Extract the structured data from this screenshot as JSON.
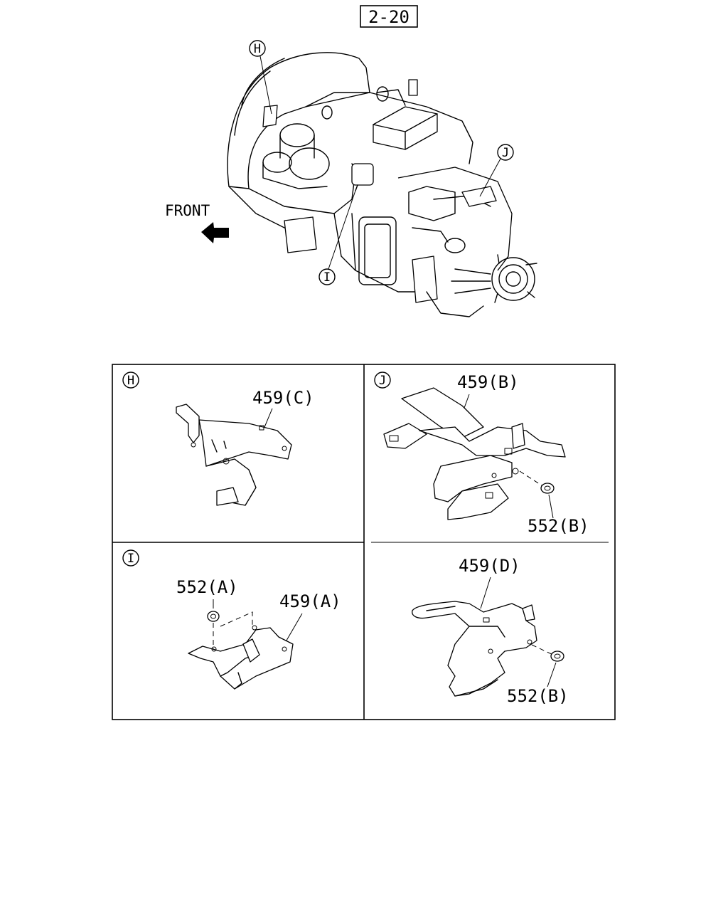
{
  "header": {
    "ref_label": "2-20"
  },
  "overview": {
    "front_label": "FRONT",
    "callouts": {
      "h": "H",
      "i": "I",
      "j": "J"
    }
  },
  "panels": {
    "h": {
      "marker": "H",
      "part_label": "459(C)"
    },
    "j": {
      "marker": "J",
      "part_label": "459(B)",
      "nut_label": "552(B)"
    },
    "i": {
      "marker": "I",
      "part_label": "459(A)",
      "nut_label": "552(A)"
    },
    "d": {
      "part_label": "459(D)",
      "nut_label": "552(B)"
    }
  }
}
